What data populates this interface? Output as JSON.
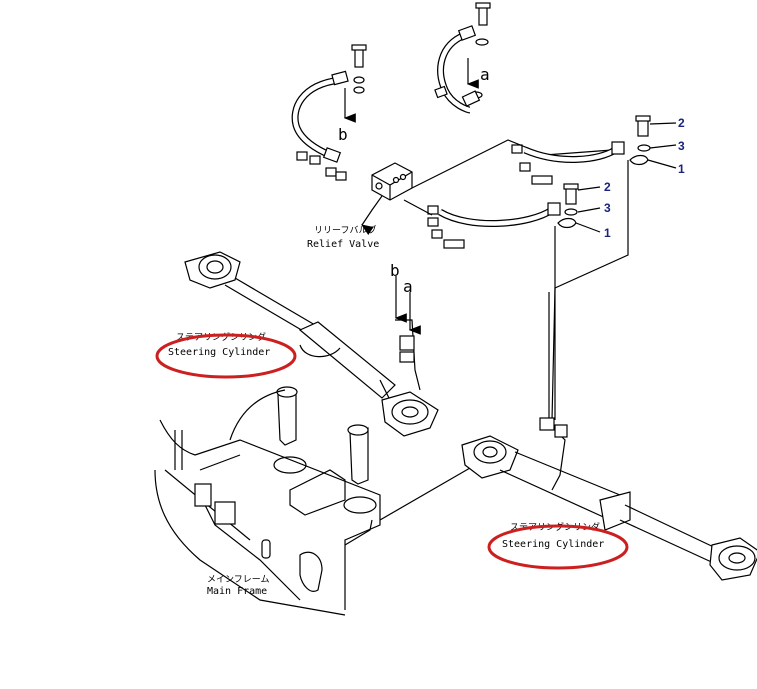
{
  "labels": {
    "relief_valve_jp": "リリーフバルブ",
    "relief_valve_en": "Relief Valve",
    "steering_cylinder_jp": "ステアリングシリンダ",
    "steering_cylinder_en": "Steering Cylinder",
    "main_frame_jp": "メインフレーム",
    "main_frame_en": "Main Frame",
    "callout_a": "a",
    "callout_b": "b",
    "part_1": "1",
    "part_2": "2",
    "part_3": "3"
  },
  "colors": {
    "line": "#000000",
    "highlight_ring": "#cc1f1f",
    "part_number": "#1a237e"
  }
}
